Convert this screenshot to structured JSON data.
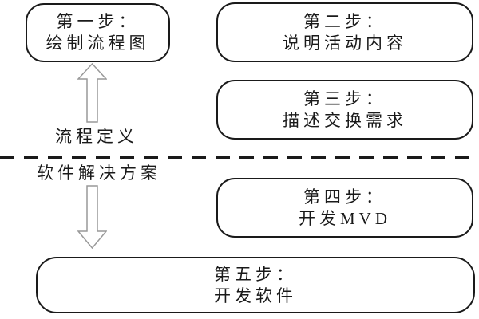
{
  "diagram": {
    "boxes": [
      {
        "id": "step-1",
        "line1": "第一步：",
        "line2": "绘制流程图"
      },
      {
        "id": "step-2",
        "line1": "第二步：",
        "line2": "说明活动内容"
      },
      {
        "id": "step-3",
        "line1": "第三步：",
        "line2": "描述交换需求"
      },
      {
        "id": "step-4",
        "line1": "第四步：",
        "line2": "开发MVD"
      },
      {
        "id": "step-5",
        "line1": "第五步：",
        "line2": "开发软件"
      }
    ],
    "zone_labels": {
      "upper": "流程定义",
      "lower": "软件解决方案"
    },
    "icons": {
      "up_arrow": "hollow-arrow-up",
      "down_arrow": "hollow-arrow-down"
    },
    "colors": {
      "line": "#1a1a1a",
      "arrow_outline": "#999999",
      "background": "#ffffff"
    }
  }
}
